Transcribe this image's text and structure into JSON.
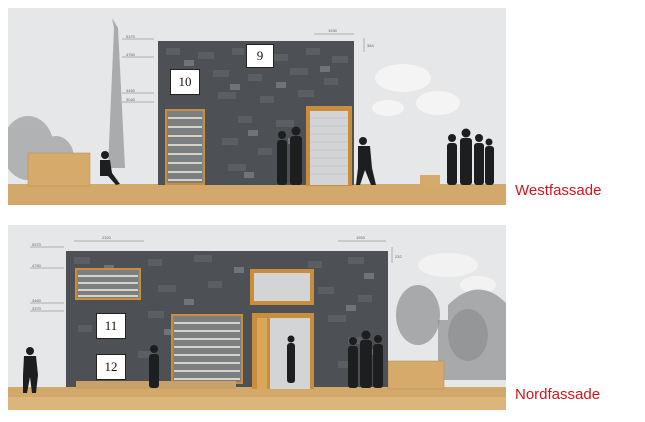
{
  "west": {
    "title": "Westfassade",
    "markers": [
      "9",
      "10"
    ],
    "levels": [
      "5370",
      "4760",
      "3460",
      "3040"
    ],
    "dimensions": [
      "1930",
      "384"
    ]
  },
  "north": {
    "title": "Nordfassade",
    "markers": [
      "11",
      "12"
    ],
    "levels": [
      "5370",
      "4760",
      "3460",
      "3370"
    ],
    "dimensions": [
      "2320",
      "1953",
      "232"
    ]
  },
  "colors": {
    "title_red": "#d0141c",
    "ground": "#d3a96b",
    "facade": "#4d5054",
    "frame": "#c98d3c"
  }
}
